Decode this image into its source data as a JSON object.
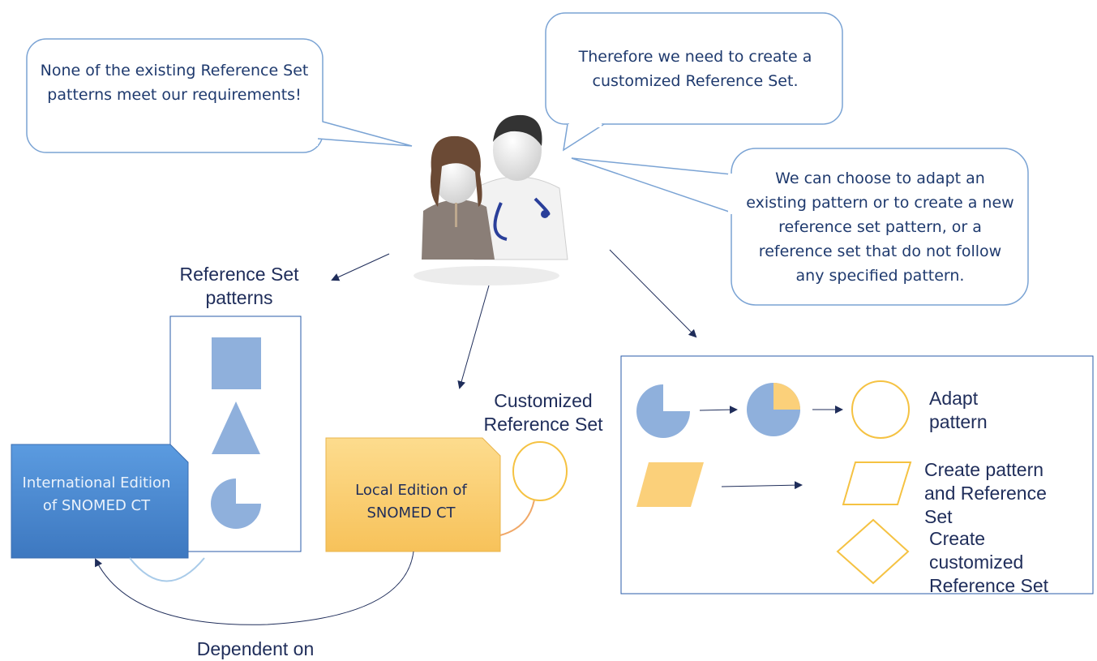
{
  "bubbles": {
    "left": "None of the existing Reference Set patterns meet our requirements!",
    "top": "Therefore we need to create a customized Reference Set.",
    "right": "We can choose to adapt an existing pattern or to create a new reference set pattern, or a reference set that do not follow any specified pattern."
  },
  "labels": {
    "patterns": "Reference Set patterns",
    "customized": "Customized Reference Set",
    "dependent": "Dependent on"
  },
  "cards": {
    "international": "International Edition of SNOMED CT",
    "local": "Local Edition of SNOMED CT"
  },
  "options": {
    "adapt": "Adapt pattern",
    "create_pattern": "Create pattern and Reference Set",
    "create_custom": "Create customized Reference Set"
  },
  "colors": {
    "blue_shape": "#8fb0dc",
    "orange_card": "#fbd07a",
    "blue_card": "#4a8bd0",
    "yellow_outline": "#f5c242",
    "bubble_border": "#7aa3d4"
  }
}
